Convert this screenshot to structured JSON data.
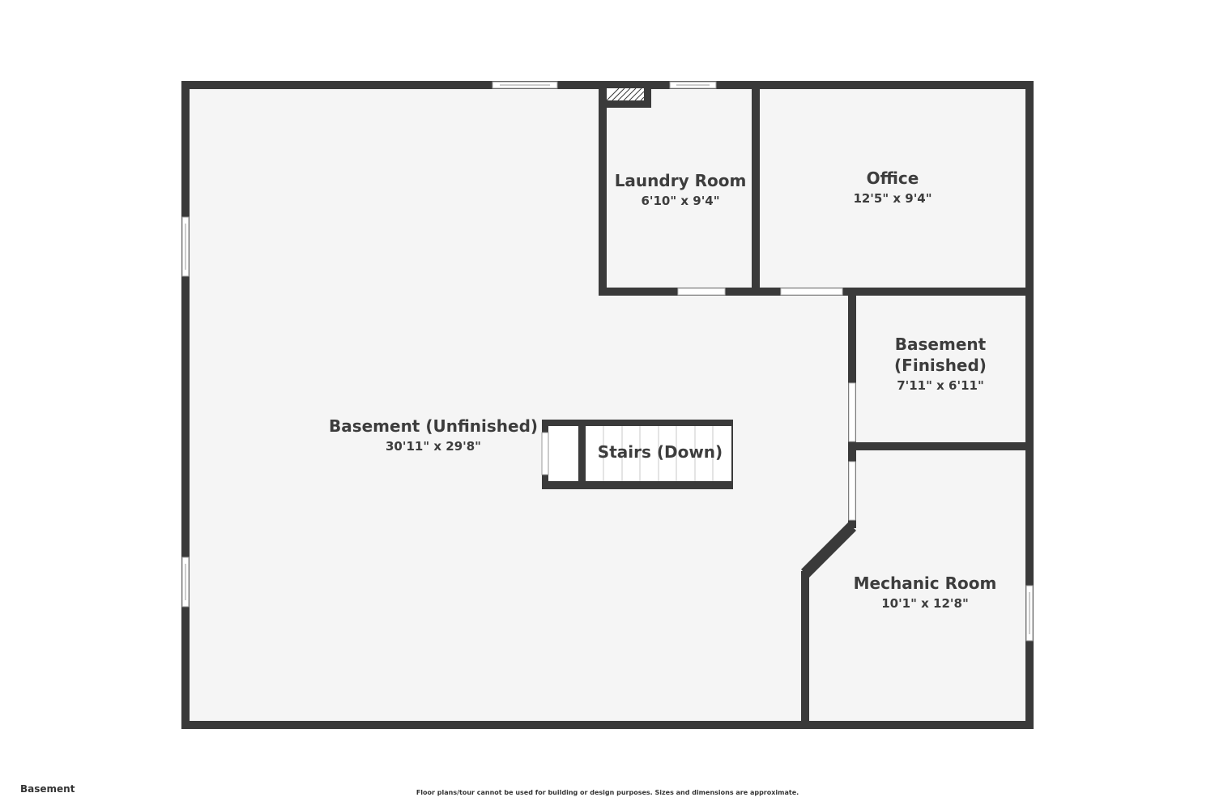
{
  "floor_label": "Basement",
  "disclaimer": "Floor plans/tour cannot be used for building or design purposes. Sizes and dimensions are approximate.",
  "colors": {
    "wall": "#3a3a3a",
    "floor": "#f5f5f5",
    "window": "#ffffff"
  },
  "rooms": [
    {
      "name": "Basement (Unfinished)",
      "dimensions": "30'11\" x 29'8\""
    },
    {
      "name": "Laundry Room",
      "dimensions": "6'10\" x 9'4\""
    },
    {
      "name": "Office",
      "dimensions": "12'5\" x 9'4\""
    },
    {
      "name_line1": "Basement",
      "name_line2": "(Finished)",
      "dimensions": "7'11\" x 6'11\""
    },
    {
      "name": "Mechanic Room",
      "dimensions": "10'1\" x 12'8\""
    }
  ],
  "stairs": {
    "label": "Stairs (Down)"
  }
}
